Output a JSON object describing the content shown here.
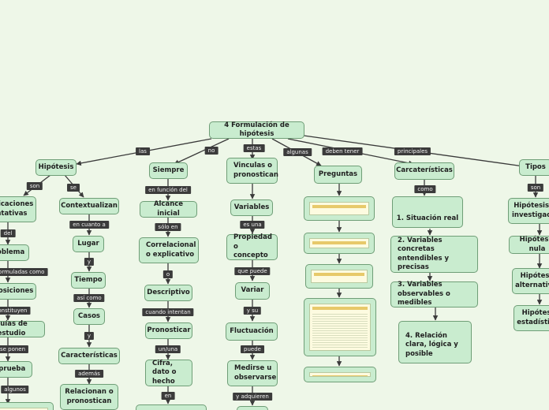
{
  "root": {
    "title": "4 Formulación de hipótesis"
  },
  "root_links": {
    "las": "las",
    "no": "no",
    "estas": "estas",
    "algunas": "algunas",
    "deben_tener": "deben tener",
    "principales": "principales"
  },
  "hipotesis": {
    "title": "Hipótesis",
    "link_son": "son",
    "link_se": "se",
    "left": {
      "n1": "Explicaciones tentativas",
      "l1": "del",
      "n2": "problema",
      "l2": "formuladas como",
      "n3": "proposiciones",
      "l3": "constituyen",
      "n4": "guías de estudio",
      "l4": "se ponen",
      "n5": "A prueba",
      "l5": "algunos"
    },
    "right": {
      "n1": "Contextualizan",
      "l1": "en cuanto  a",
      "n2": "Lugar",
      "l2": "y",
      "n3": "Tiempo",
      "l3": "así como",
      "n4": "Casos",
      "l4": "y",
      "n5": "Características",
      "l5": "además",
      "n6": "Relacionan o pronostican"
    }
  },
  "siempre": {
    "title": "Siempre",
    "l1": "en función del",
    "n1": "Alcance inicial",
    "l2": "sólo en",
    "n2": "Correlacional o explicativo",
    "l3": "o",
    "n3": "Descriptivo",
    "l4": "cuando intentan",
    "n4": "Pronosticar",
    "l5": "un/una",
    "n5": "Cifra, dato o hecho",
    "l6": "en"
  },
  "vinculan": {
    "title": "Vinculas o pronostican",
    "n1": "Variables",
    "l1": "es una",
    "n2": "Propiedad o concepto",
    "l2": "que puede",
    "n3": "Variar",
    "l3": "y su",
    "n4": "Fluctuación",
    "l4": "puede",
    "n5": "Medirse u observarse",
    "l5": "y adquieren"
  },
  "preguntas": {
    "title": "Preguntas"
  },
  "caracteristicas": {
    "title": "Carcaterísticas",
    "l1": "como",
    "n1": "1. Situación real",
    "n2": "2. Variables concretas entendibles y precisas",
    "n3": "3. Variables observables o medibles",
    "n4": "4. Relación clara, lógica y posible"
  },
  "tipos": {
    "title": "Tipos",
    "l1": "son",
    "n1": "Hipótesis de investigación",
    "n2": "Hipótesis nula",
    "n3": "Hipótesis alternativas",
    "n4": "Hipótesis estadísticas"
  }
}
